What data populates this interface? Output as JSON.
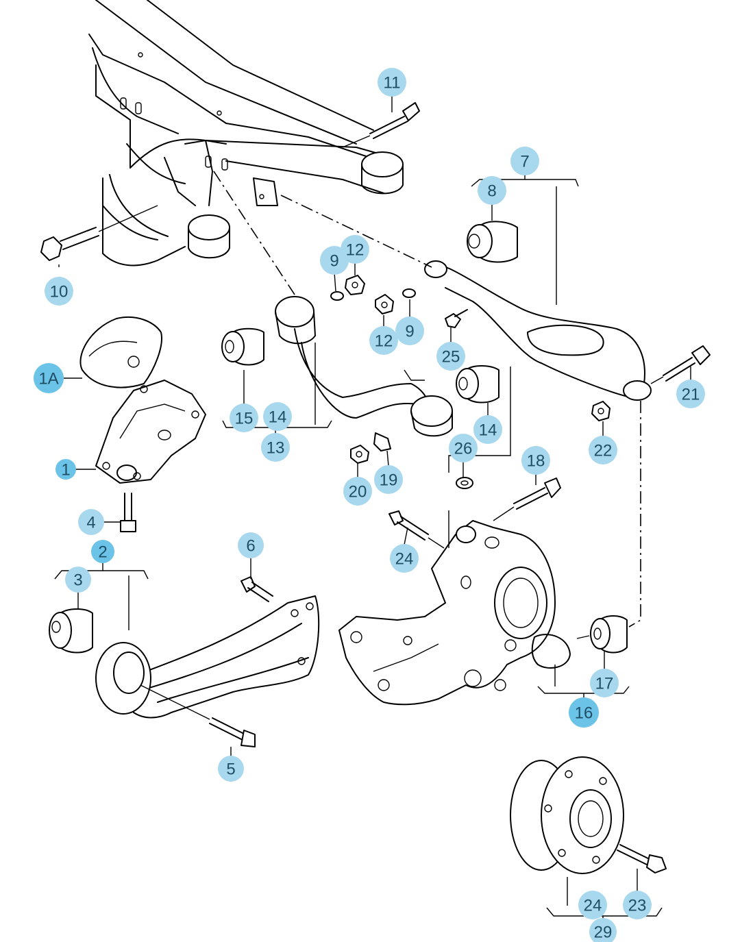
{
  "colors": {
    "callout_light": "#a8d8ee",
    "callout_dark": "#6bc3e8",
    "callout_text": "#1f4e64",
    "line": "#000000"
  },
  "callouts": [
    {
      "id": "c11",
      "label": "11",
      "style": "light"
    },
    {
      "id": "c7",
      "label": "7",
      "style": "light"
    },
    {
      "id": "c8",
      "label": "8",
      "style": "light"
    },
    {
      "id": "c9a",
      "label": "9",
      "style": "light"
    },
    {
      "id": "c12a",
      "label": "12",
      "style": "light"
    },
    {
      "id": "c10",
      "label": "10",
      "style": "light"
    },
    {
      "id": "c12b",
      "label": "12",
      "style": "light"
    },
    {
      "id": "c9b",
      "label": "9",
      "style": "light"
    },
    {
      "id": "c25",
      "label": "25",
      "style": "light"
    },
    {
      "id": "c21",
      "label": "21",
      "style": "light"
    },
    {
      "id": "c1A",
      "label": "1A",
      "style": "dark"
    },
    {
      "id": "c15",
      "label": "15",
      "style": "light"
    },
    {
      "id": "c14a",
      "label": "14",
      "style": "light"
    },
    {
      "id": "c14b",
      "label": "14",
      "style": "light"
    },
    {
      "id": "c13",
      "label": "13",
      "style": "light"
    },
    {
      "id": "c22",
      "label": "22",
      "style": "light"
    },
    {
      "id": "c26",
      "label": "26",
      "style": "light"
    },
    {
      "id": "c1",
      "label": "1",
      "style": "dark"
    },
    {
      "id": "c18",
      "label": "18",
      "style": "light"
    },
    {
      "id": "c19",
      "label": "19",
      "style": "light"
    },
    {
      "id": "c20",
      "label": "20",
      "style": "light"
    },
    {
      "id": "c4",
      "label": "4",
      "style": "light"
    },
    {
      "id": "c6",
      "label": "6",
      "style": "light"
    },
    {
      "id": "c2",
      "label": "2",
      "style": "dark"
    },
    {
      "id": "c24a",
      "label": "24",
      "style": "light"
    },
    {
      "id": "c3",
      "label": "3",
      "style": "light"
    },
    {
      "id": "c17",
      "label": "17",
      "style": "light"
    },
    {
      "id": "c16",
      "label": "16",
      "style": "dark"
    },
    {
      "id": "c5",
      "label": "5",
      "style": "light"
    },
    {
      "id": "c24b",
      "label": "24",
      "style": "light"
    },
    {
      "id": "c23",
      "label": "23",
      "style": "light"
    },
    {
      "id": "c29",
      "label": "29",
      "style": "light"
    }
  ]
}
